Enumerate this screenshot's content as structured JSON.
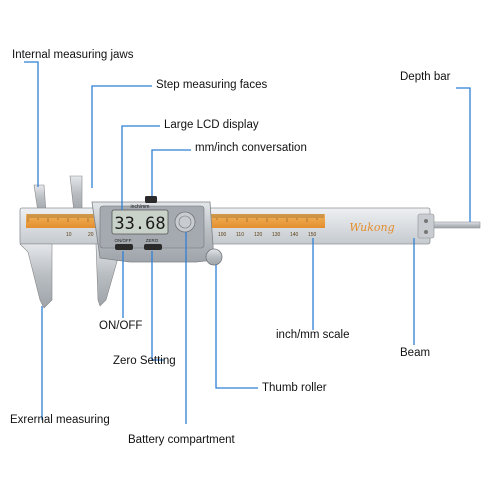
{
  "labels": {
    "internal_jaws": "Internal measuring jaws",
    "step_faces": "Step measuring faces",
    "lcd_display": "Large LCD display",
    "mm_inch": "mm/inch conversation",
    "depth_bar": "Depth bar",
    "on_off": "ON/OFF",
    "inch_mm_scale": "inch/mm scale",
    "beam": "Beam",
    "zero_setting": "Zero Setting",
    "thumb_roller": "Thumb roller",
    "external": "Exrernal measuring",
    "battery": "Battery compartment"
  },
  "device": {
    "brand": "Wukong",
    "reading": "33.68",
    "unit_button": "inch/mm",
    "onoff_button": "ON/OFF",
    "zero_button": "ZERO",
    "scale_numbers": [
      "10",
      "20",
      "100",
      "110",
      "120",
      "130",
      "140",
      "150"
    ]
  },
  "colors": {
    "leader": "#2f7fd6",
    "scale": "#e8a040",
    "steel": "#b9bec3",
    "lcd": "#c9d2c9"
  }
}
